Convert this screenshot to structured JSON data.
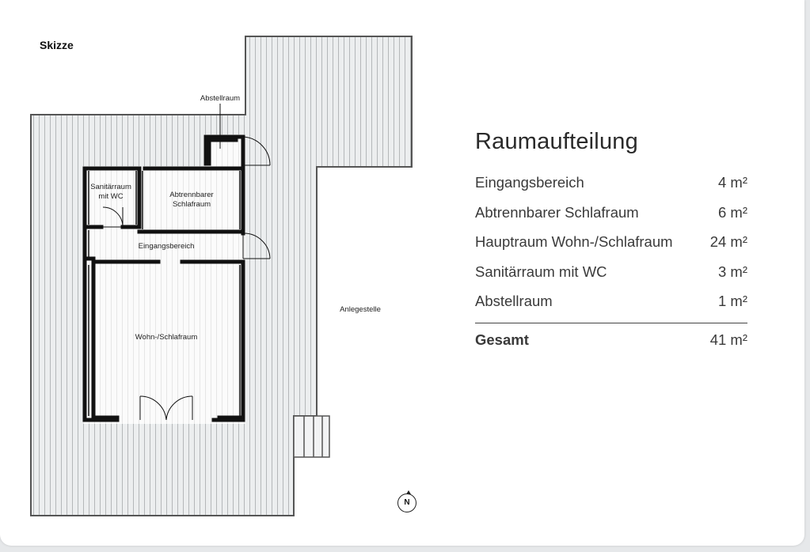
{
  "sketch_label": "Skizze",
  "rooms": {
    "abstellraum": "Abstellraum",
    "sanitaer_line1": "Sanitärraum",
    "sanitaer_line2": "mit WC",
    "schlafraum_line1": "Abtrennbarer",
    "schlafraum_line2": "Schlafraum",
    "eingang": "Eingangsbereich",
    "wohn": "Wohn-/Schlafraum",
    "anlegestelle": "Anlegestelle"
  },
  "compass": {
    "label": "N",
    "icon": "compass-icon"
  },
  "table": {
    "title": "Raumaufteilung",
    "rows": [
      {
        "name": "Eingangsbereich",
        "value": "4 m²"
      },
      {
        "name": "Abtrennbarer Schlafraum",
        "value": "6 m²"
      },
      {
        "name": "Hauptraum Wohn-/Schlafraum",
        "value": "24 m²"
      },
      {
        "name": "Sanitärraum mit WC",
        "value": "3 m²"
      },
      {
        "name": "Abstellraum",
        "value": "1 m²"
      }
    ],
    "total": {
      "name": "Gesamt",
      "value": "41 m²"
    }
  },
  "colors": {
    "deck_fill": "#eceeef",
    "deck_stroke": "#555555",
    "deck_lines": "#b9bcbe",
    "interior_fill": "#fafafa",
    "interior_lines": "#e4e4e4",
    "wall": "#111111"
  }
}
